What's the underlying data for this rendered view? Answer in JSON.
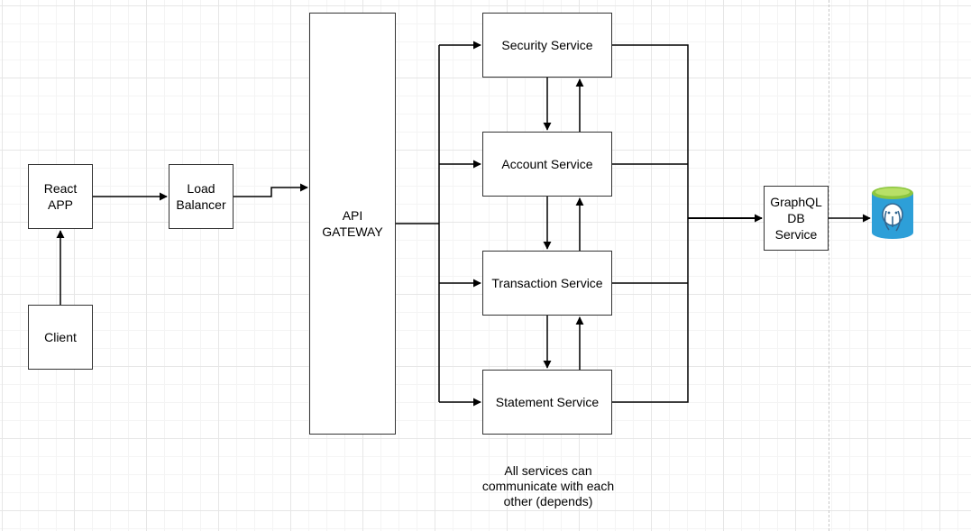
{
  "nodes": {
    "react_app": "React\nAPP",
    "client": "Client",
    "load_balancer": "Load\nBalancer",
    "api_gateway": "API\nGATEWAY",
    "security_service": "Security Service",
    "account_service": "Account Service",
    "transaction_service": "Transaction Service",
    "statement_service": "Statement Service",
    "graphql_db_service": "GraphQL\nDB\nService"
  },
  "note": "All services can\ncommunicate with each\nother (depends)",
  "icons": {
    "database": "postgresql-database-icon"
  },
  "colors": {
    "db_top": "#8cc63f",
    "db_body": "#2d9fd8",
    "elephant": "#336791"
  }
}
